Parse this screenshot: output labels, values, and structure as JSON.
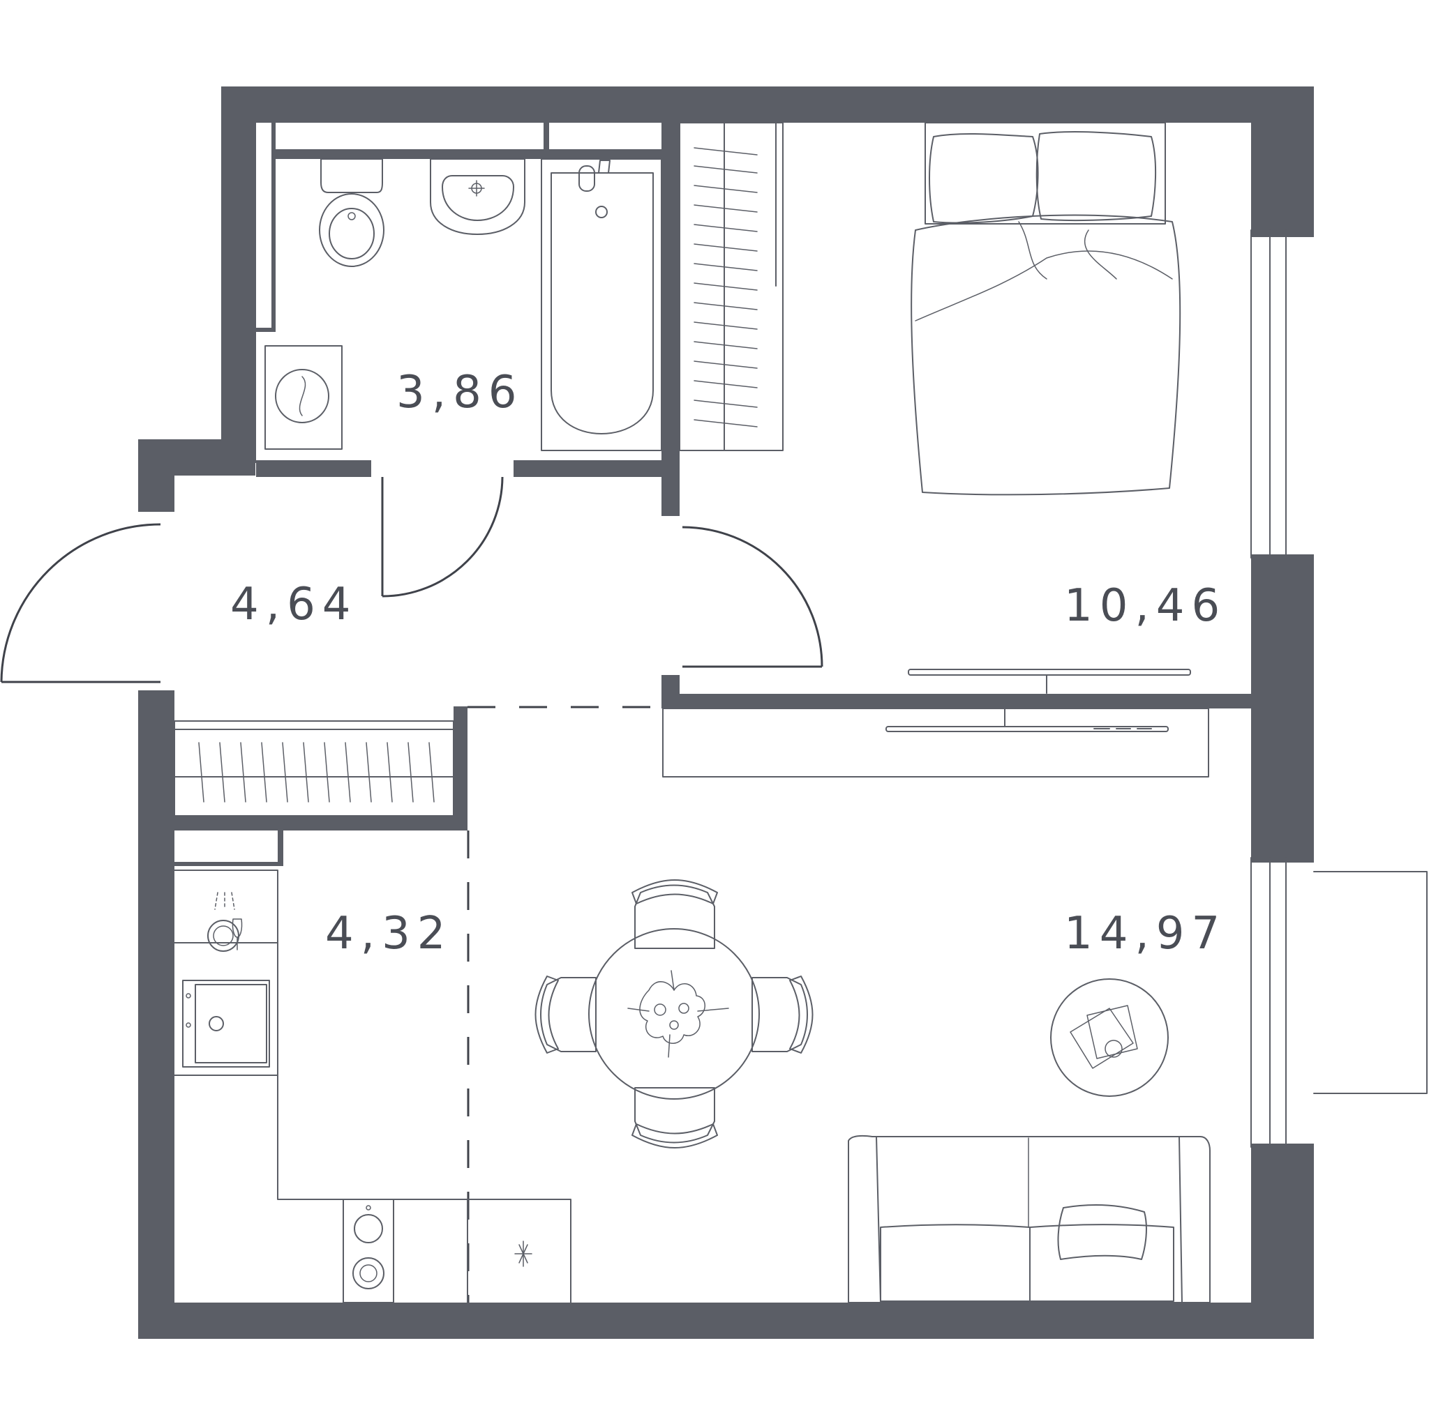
{
  "colors": {
    "wall": "#5b5e66",
    "line": "#5b5e66",
    "label": "#4a4d55",
    "background": "#ffffff"
  },
  "rooms": {
    "bathroom": {
      "area": "3,86"
    },
    "hallway": {
      "area": "4,64"
    },
    "bedroom": {
      "area": "10,46"
    },
    "kitchen": {
      "area": "4,32"
    },
    "living_room": {
      "area": "14,97"
    }
  },
  "icons": [
    "toilet-icon",
    "sink-icon",
    "bathtub-icon",
    "washing-machine-icon",
    "wardrobe-icon",
    "bed-icon",
    "tv-icon",
    "dishwasher-icon",
    "kitchen-sink-icon",
    "stove-icon",
    "fridge-icon",
    "dining-table-icon",
    "chair-icon",
    "coffee-table-icon",
    "sofa-icon",
    "door-swing-icon"
  ]
}
